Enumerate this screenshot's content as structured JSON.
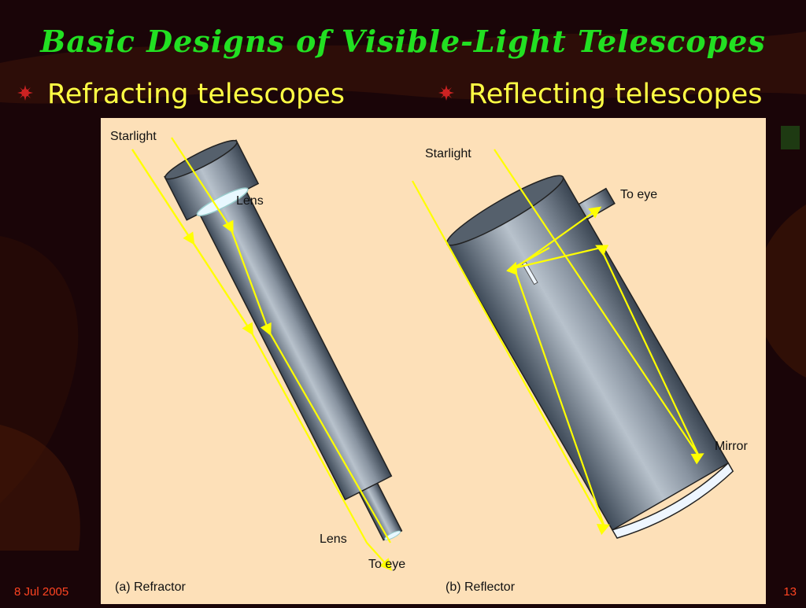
{
  "slide": {
    "title": "Basic Designs of Visible-Light Telescopes",
    "footer_date": "8 Jul 2005",
    "footer_page": "13"
  },
  "bullets": [
    {
      "label": "Refracting telescopes"
    },
    {
      "label": "Reflecting telescopes"
    }
  ],
  "diagram": {
    "refractor": {
      "starlight": "Starlight",
      "lens_top": "Lens",
      "lens_bottom": "Lens",
      "to_eye": "To eye",
      "caption": "(a) Refractor"
    },
    "reflector": {
      "starlight": "Starlight",
      "to_eye": "To eye",
      "mirror": "Mirror",
      "caption": "(b) Reflector"
    }
  },
  "colors": {
    "title": "#22e022",
    "bullet_text": "#ffff44",
    "bullet_icon": "#cc2222",
    "footer": "#ff4422",
    "diagram_bg": "#fde0b8",
    "light_ray": "#ffff00",
    "tube": "#7b8694"
  },
  "icons": {
    "bullet": "sunburst-bullet-icon"
  }
}
